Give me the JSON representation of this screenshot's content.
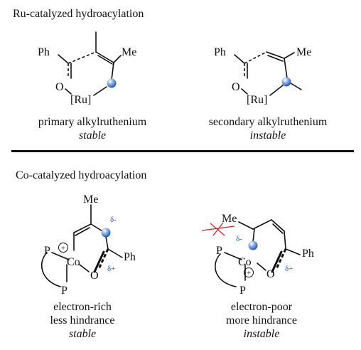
{
  "section_ru": {
    "title": "Ru-catalyzed hydroacylation"
  },
  "section_co": {
    "title": "Co-catalyzed hydroacylation"
  },
  "ru_primary": {
    "atoms": {
      "ph": "Ph",
      "me": "Me",
      "o": "O",
      "metal": "[Ru]"
    },
    "caption": "primary alkylruthenium",
    "status": "stable"
  },
  "ru_secondary": {
    "atoms": {
      "ph": "Ph",
      "me": "Me",
      "o": "O",
      "metal": "[Ru]"
    },
    "caption": "secondary alkylruthenium",
    "status": "instable"
  },
  "co_left": {
    "atoms": {
      "me": "Me",
      "ph": "Ph",
      "co": "Co",
      "o": "O",
      "p1": "P",
      "p2": "P",
      "plus": "+"
    },
    "charges": {
      "delta_minus": "δ-",
      "delta_plus": "δ+"
    },
    "caption_1": "electron-rich",
    "caption_2": "less hindrance",
    "status": "stable"
  },
  "co_right": {
    "atoms": {
      "me": "Me",
      "ph": "Ph",
      "co": "Co",
      "o": "O",
      "p1": "P",
      "p2": "P",
      "plus": "+"
    },
    "charges": {
      "delta_minus": "δ-",
      "delta_plus": "δ+"
    },
    "caption_1": "electron-poor",
    "caption_2": "more hindrance",
    "status": "instable"
  },
  "colors": {
    "sphere": "#5f8fd6",
    "charge": "#1f56b8",
    "clash": "#d8202a",
    "divider": "#111111"
  }
}
